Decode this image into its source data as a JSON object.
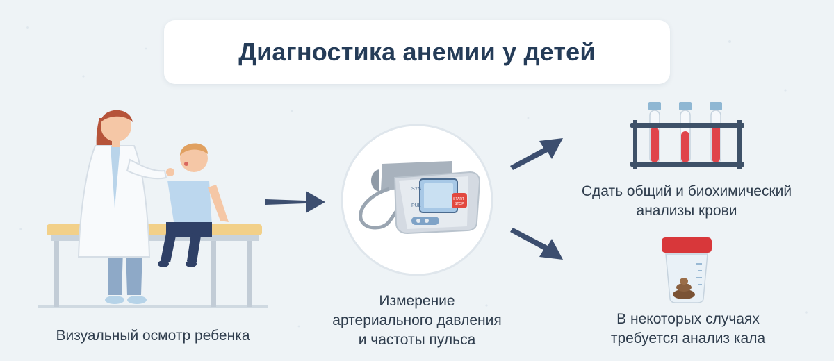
{
  "title": "Диагностика анемии у детей",
  "steps": {
    "visual_exam": {
      "lines": [
        "Визуальный осмотр ребенка"
      ]
    },
    "pressure": {
      "lines": [
        "Измерение",
        "артериального давления",
        "и частоты пульса"
      ]
    },
    "blood": {
      "lines": [
        "Сдать общий и биохимический",
        "анализы крови"
      ]
    },
    "stool": {
      "lines": [
        "В некоторых случаях",
        "требуется анализ кала"
      ]
    }
  },
  "monitor_screen": {
    "top_label": "SYS",
    "bottom_label": "PUL"
  },
  "monitor_button": {
    "label_1": "START",
    "label_2": "STOP"
  },
  "colors": {
    "title": "#253c58",
    "arrow": "#3c4e6f",
    "blood": "#e0444a",
    "tube_cap": "#8fb7d3",
    "rack": "#3e5168",
    "monitor_body": "#d4dae2",
    "screen": "#a7c8e6",
    "start_button": "#e2483f",
    "jar_lid": "#d8373a"
  }
}
